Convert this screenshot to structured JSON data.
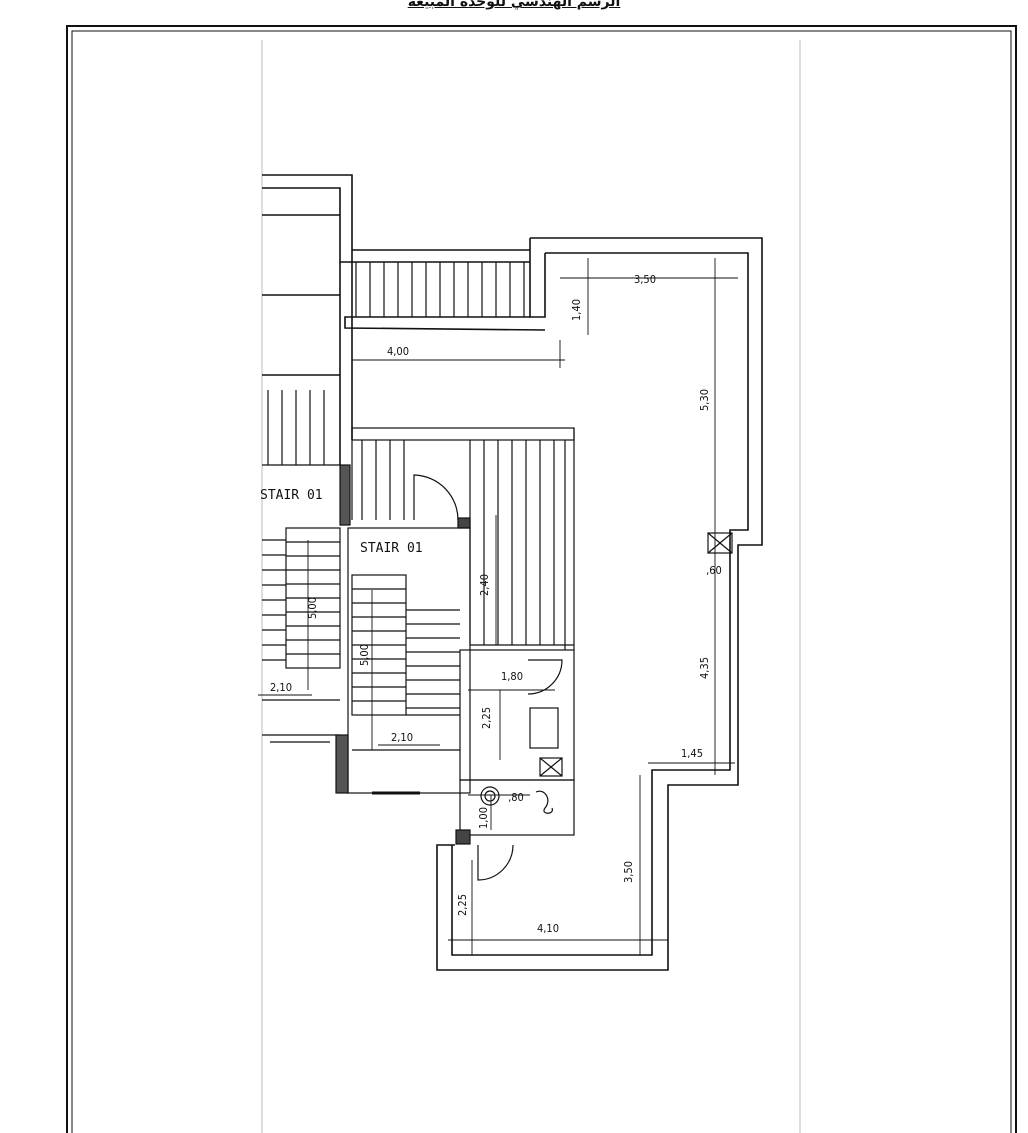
{
  "title": "الرسم الهندسي للوحدة المبيعة",
  "labels": {
    "stair_left": "STAIR 01",
    "stair_main": "STAIR 01"
  },
  "dimensions": {
    "top_width": "3,50",
    "top_depth": "1,40",
    "corridor": "4,00",
    "right_upper": "5,30",
    "right_small": ",60",
    "right_lower": "4,35",
    "step_right": "1,45",
    "corridor_height": "2,40",
    "stair_run": "5,00",
    "stair_run_left": "5,00",
    "stair_width": "2,10",
    "stair_width_left": "2,10",
    "bath_width": "1,80",
    "bath_height": "2,25",
    "wc_width": ",80",
    "wc_height": "1,00",
    "lower_height": "3,50",
    "bottom_width": "4,10",
    "bottom_left_height": "2,25"
  }
}
